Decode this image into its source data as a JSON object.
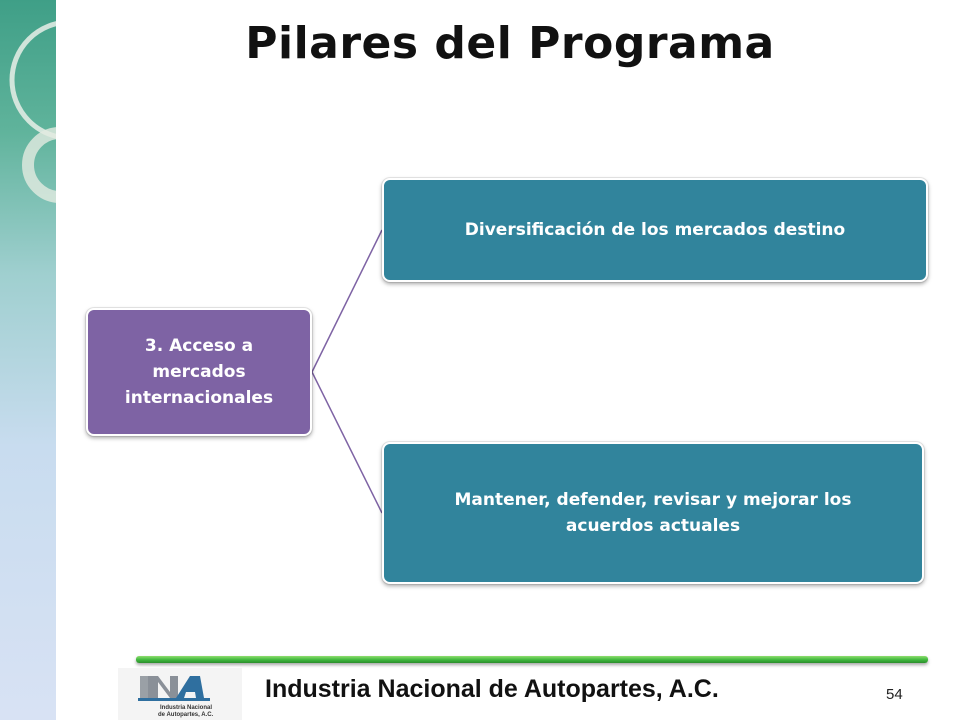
{
  "slide": {
    "title": "Pilares del Programa"
  },
  "diagram": {
    "root": {
      "label": "3. Acceso a mercados internacionales"
    },
    "children": [
      {
        "label": "Diversificación de los mercados destino"
      },
      {
        "label": "Mantener, defender, revisar y mejorar los acuerdos actuales"
      }
    ],
    "colors": {
      "root": "#7e63a4",
      "child": "#31849c",
      "connector": "#7e63a4"
    }
  },
  "footer": {
    "organization": "Industria Nacional de  Autopartes, A.C.",
    "logo_text": "Industria Nacional de Autopartes, A.C.",
    "page_number": "54",
    "line_color": "#3fb63d"
  }
}
